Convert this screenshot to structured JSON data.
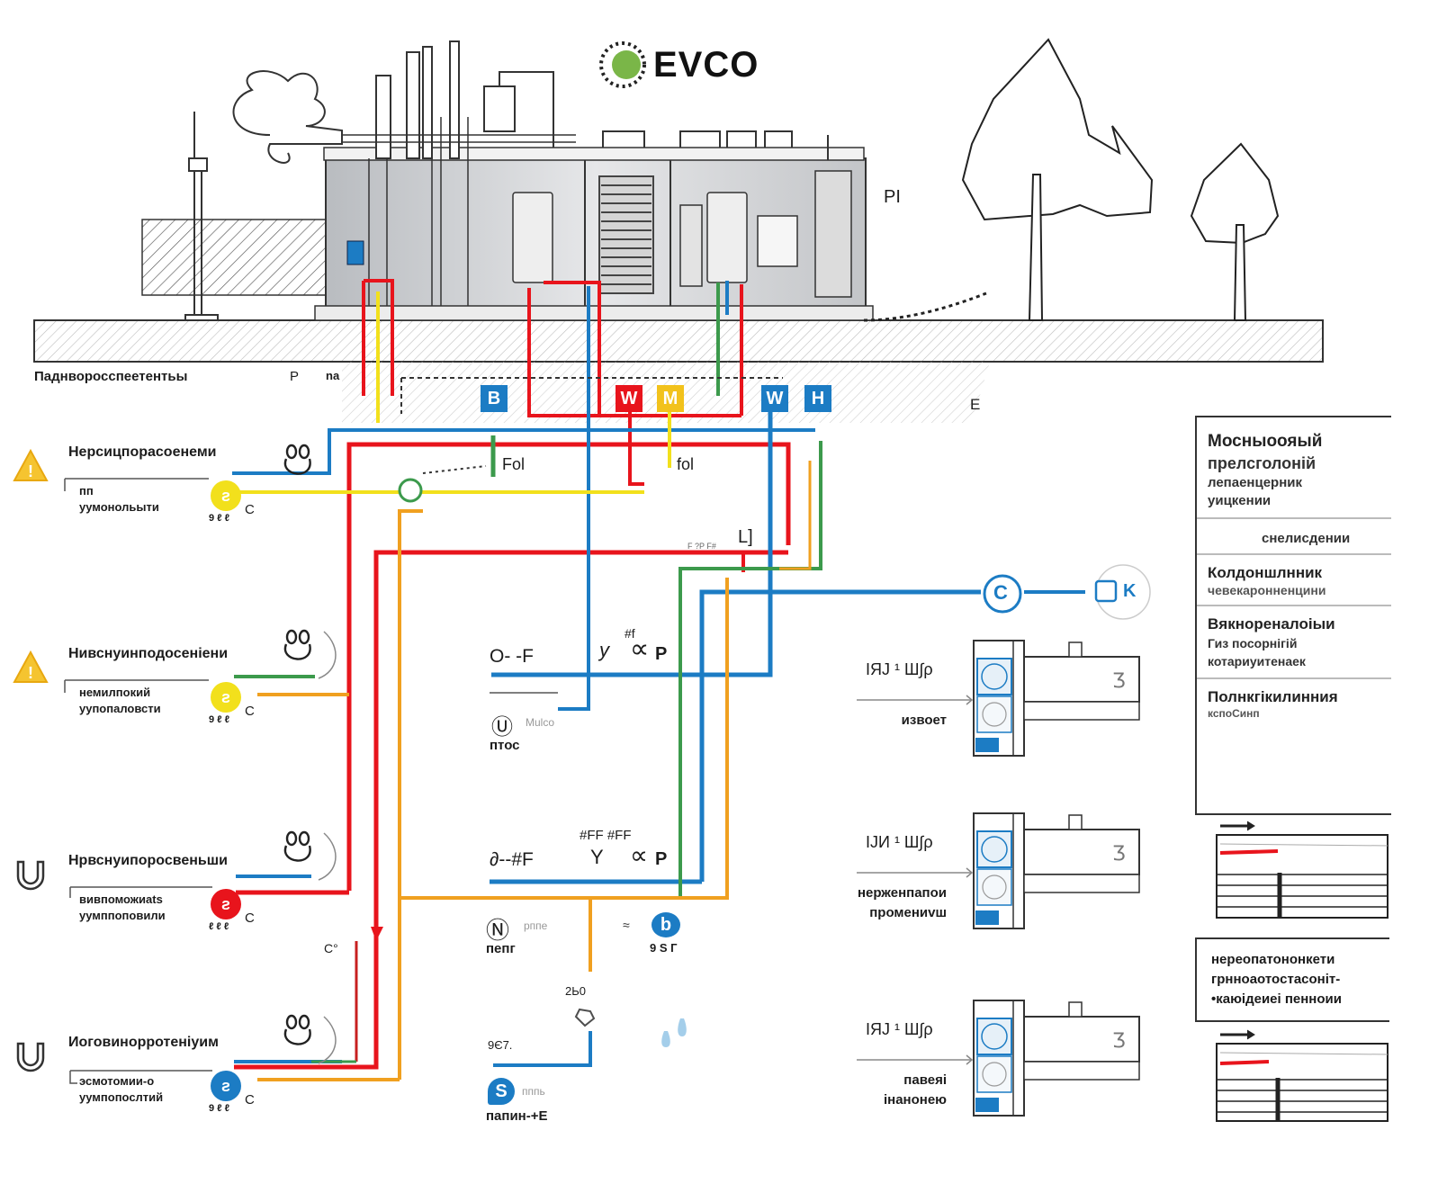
{
  "logo": {
    "text": "EVCO",
    "accent": "#7ab648"
  },
  "colors": {
    "hot": "#e8141c",
    "cold": "#1c7cc4",
    "gas": "#f2d81c",
    "return": "#3c9a4c",
    "warm": "#f0a020",
    "outline": "#2a2a2a"
  },
  "scene": {
    "plant_label": "PI",
    "ground_caption": "Паднворосспеетентьы",
    "ground_tag_left": "P",
    "ground_tag_right": "na",
    "ground_tag_far": "E"
  },
  "manifold_badges": [
    {
      "label": "B",
      "color": "#1c7cc4"
    },
    {
      "label": "W",
      "color": "#e8141c"
    },
    {
      "label": "M",
      "color": "#f2c21c"
    },
    {
      "label": "W",
      "color": "#1c7cc4"
    },
    {
      "label": "H",
      "color": "#1c7cc4"
    }
  ],
  "pipe_tags": {
    "tag1": "Fol",
    "tag2": "fol",
    "junction": "L]",
    "junction_small": "F ?P F#"
  },
  "consumers": [
    {
      "icon": "warning-icon",
      "title": "Нерсицпорасоенеми",
      "sub1": "пп",
      "sub2": "уумонольыти",
      "meter_color": "#f2e01c",
      "meter_text": "9 ℓ ℓ",
      "meter_unit": "C"
    },
    {
      "icon": "warning-icon",
      "title": "Нивснуинподосенiени",
      "sub1": "немилпокий",
      "sub2": "уупопаловсти",
      "meter_color": "#f2e01c",
      "meter_text": "9 ℓ ℓ",
      "meter_unit": "C"
    },
    {
      "icon": "magnet-icon",
      "title": "Нрвснуипоросвеньши",
      "sub1": "вивпоможиats",
      "sub2": "уумппоповили",
      "meter_color": "#e8141c",
      "meter_text": "ℓ ℓ ℓ",
      "meter_unit": "C"
    },
    {
      "icon": "magnet-icon",
      "title": "Иоговинорротенiуим",
      "sub1": "эсмотомии-о",
      "sub2": "уумпопослтий",
      "meter_color": "#1c7cc4",
      "meter_text": "9 ℓ ℓ",
      "meter_unit": "C"
    }
  ],
  "middle": {
    "block1": {
      "left": "O- -F",
      "right_small": "#f",
      "right_y": "y",
      "right_p": "P",
      "icon_label": "Mulco",
      "caption": "птос"
    },
    "block2": {
      "left": "∂--#F",
      "right_small": "#FF #FF",
      "right_y": "Y",
      "right_p": "P",
      "icon_label": "рппе",
      "caption": "пепг",
      "meter_text": "9 S Г"
    },
    "block3": {
      "top": "2Ь0",
      "left": "9Є7.",
      "icon_label": "пппь",
      "caption": "папин-+Е"
    },
    "side_tag": "C°"
  },
  "compressor": {
    "label": "C",
    "end_label": "K"
  },
  "units": [
    {
      "code": "IЯЈ ¹ Ш∫ρ",
      "caption1": "извоет",
      "caption2": ""
    },
    {
      "code": "IЈИ ¹ Ш∫ρ",
      "caption1": "нерженпапои",
      "caption2": "промениvш"
    },
    {
      "code": "IЯЈ ¹ Ш∫ρ",
      "caption1": "павеяi",
      "caption2": "iнанонею"
    }
  ],
  "legend": {
    "title": [
      "Мосныоояый",
      "прелсголонiй",
      "лепаенцерник",
      "уицкении"
    ],
    "symbol_row": "снелисдении",
    "row2": [
      "Колдоншлнник",
      "чевекаронненцини"
    ],
    "row3": [
      "Вякнореналоiыи",
      "Гиз посорнiгiй",
      "котариуитенаек"
    ],
    "row4": [
      "Полнкгiкилинния",
      "кспоСинп"
    ],
    "note": [
      "нереопатононкети",
      "грнноаотоcтасонiт-",
      "•каюiдеиеi пенноии"
    ]
  }
}
